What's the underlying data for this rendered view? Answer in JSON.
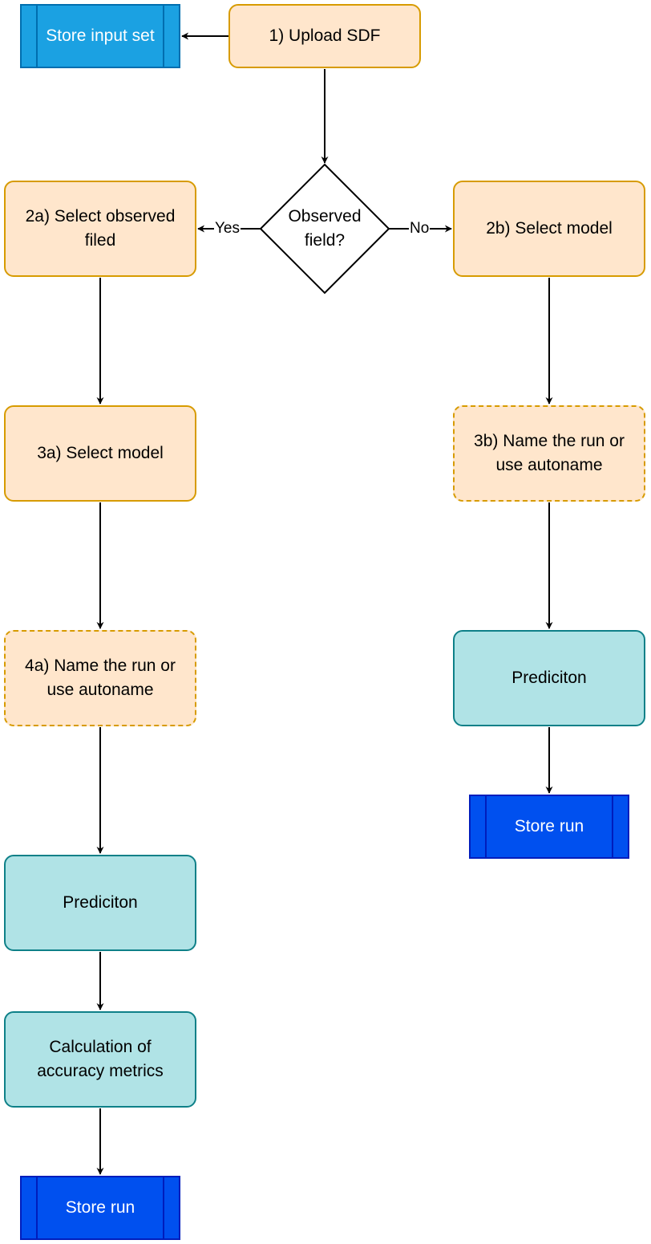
{
  "nodes": {
    "upload_sdf": "1) Upload SDF",
    "store_input_set": "Store input set",
    "decision": "Observed\nfield?",
    "select_observed_field": "2a) Select observed\nfiled",
    "select_model_2b": "2b) Select model",
    "select_model_3a": "3a) Select model",
    "name_run_3b": "3b) Name the run or\nuse autoname",
    "name_run_4a": "4a) Name the run or\nuse autoname",
    "prediction_right": "Prediciton",
    "prediction_left": "Prediciton",
    "store_run_right": "Store run",
    "accuracy_metrics": "Calculation of\naccuracy metrics",
    "store_run_left": "Store run"
  },
  "edges": {
    "yes": "Yes",
    "no": "No"
  },
  "colors": {
    "step_fill": "#ffe6cc",
    "step_stroke": "#d79b00",
    "process_fill": "#b0e3e6",
    "process_stroke": "#0e8088",
    "store_light": "#1ba1e2",
    "store_dark": "#0050ef"
  }
}
